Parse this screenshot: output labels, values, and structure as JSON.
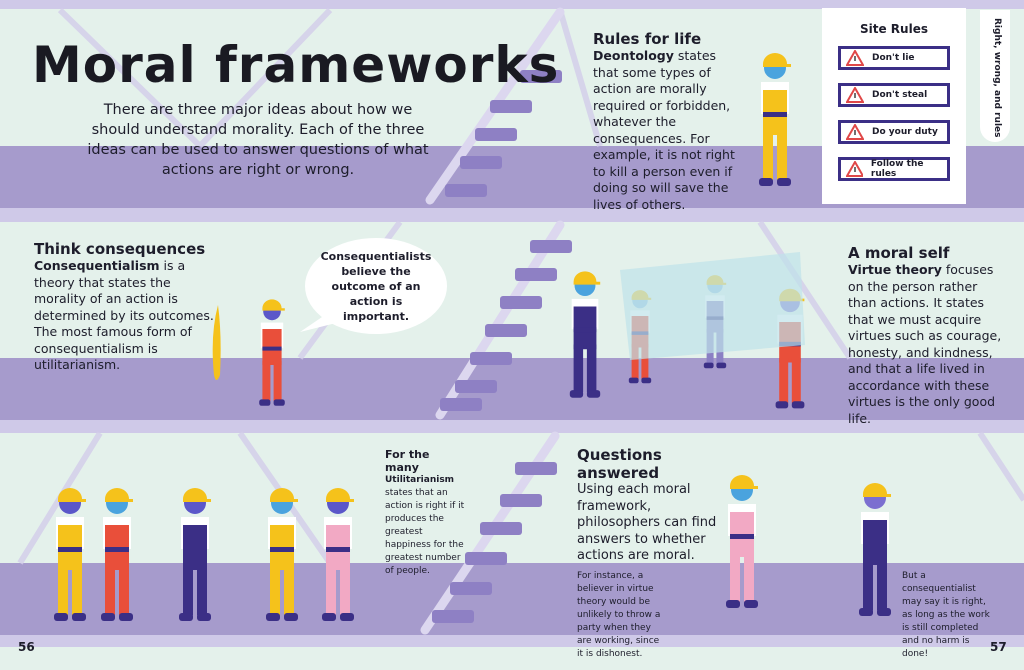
{
  "title": "Moral frameworks",
  "intro": "There are three major ideas about how we should understand morality. Each of the three ideas can be used to answer questions of what actions are right or wrong.",
  "side_tab": "Right, wrong, and rules",
  "rules_for_life": {
    "heading": "Rules for life",
    "term": "Deontology",
    "text": " states that some types of action are morally required or forbidden, whatever the consequences. For example, it is not right to kill a person even if doing so will save the lives of others."
  },
  "site_rules": {
    "heading": "Site Rules",
    "items": [
      "Don't lie",
      "Don't steal",
      "Do your duty",
      "Follow the rules"
    ]
  },
  "think_consequences": {
    "heading": "Think consequences",
    "term": "Consequentialism",
    "text": " is a theory that states the morality of an action is determined by its outcomes. The most famous form of consequentialism is utilitarianism."
  },
  "bubble": "Consequentialists believe the outcome of an action is important.",
  "moral_self": {
    "heading": "A moral self",
    "term": "Virtue theory",
    "text": " focuses on the person rather than actions. It states that we must acquire virtues such as courage, honesty, and kindness, and that a life lived in accordance with these virtues is the only good life."
  },
  "for_the_many": {
    "heading": "For the many",
    "term": "Utilitarianism",
    "text": " states that an action is right if it produces the greatest happiness for the greatest number of people."
  },
  "questions_answered": {
    "heading": "Questions answered",
    "text": "Using each moral framework, philosophers can find answers to whether actions are moral."
  },
  "caption_virtue": "For instance, a believer in virtue theory would be unlikely to throw a party when they are working, since it is dishonest.",
  "caption_conseq": "But a consequentialist may say it is right, as long as the work is still completed and no harm is done!",
  "page_left": "56",
  "page_right": "57",
  "colors": {
    "mint": "#e4f1eb",
    "band": "#a69bcc",
    "beam": "#cfc9e8",
    "navy": "#3b2f86",
    "yellow": "#f5c21b",
    "warning": "#e04848"
  }
}
